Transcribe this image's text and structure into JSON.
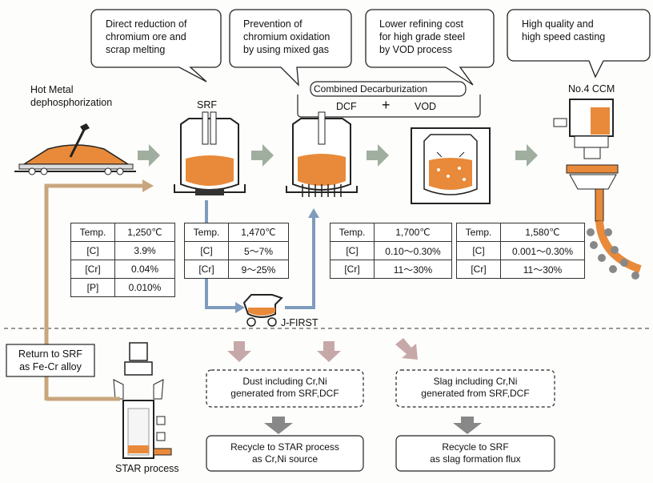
{
  "callouts": {
    "c1": [
      "Direct reduction of",
      "chromium ore and",
      "scrap melting"
    ],
    "c2": [
      "Prevention of",
      "chromium oxidation",
      "by using mixed gas"
    ],
    "c3": [
      "Lower refining cost",
      "for high grade steel",
      "by VOD process"
    ],
    "c4": [
      "High quality and",
      "high speed casting"
    ]
  },
  "labels": {
    "hot_metal": [
      "Hot Metal",
      "dephosphorization"
    ],
    "srf": "SRF",
    "combined_title": "Combined Decarburization",
    "dcf": "DCF",
    "plus": "+",
    "vod": "VOD",
    "ccm": "No.4 CCM",
    "jfirst": "J-FIRST",
    "star": "STAR process",
    "return": [
      "Return to SRF",
      "as Fe-Cr alloy"
    ]
  },
  "tables": {
    "t1": [
      [
        "Temp.",
        "1,250℃"
      ],
      [
        "[C]",
        "3.9%"
      ],
      [
        "[Cr]",
        "0.04%"
      ],
      [
        "[P]",
        "0.010%"
      ]
    ],
    "t2": [
      [
        "Temp.",
        "1,470℃"
      ],
      [
        "[C]",
        "5～7%"
      ],
      [
        "[Cr]",
        "9～25%"
      ]
    ],
    "t3": [
      [
        "Temp.",
        "1,700℃"
      ],
      [
        "[C]",
        "0.10～0.30%"
      ],
      [
        "[Cr]",
        "11～30%"
      ]
    ],
    "t4": [
      [
        "Temp.",
        "1,580℃"
      ],
      [
        "[C]",
        "0.001～0.30%"
      ],
      [
        "[Cr]",
        "11～30%"
      ]
    ]
  },
  "boxes": {
    "dust": [
      "Dust including Cr,Ni",
      "generated from SRF,DCF"
    ],
    "slag": [
      "Slag including Cr,Ni",
      "generated from SRF,DCF"
    ],
    "recycle_star": [
      "Recycle to STAR process",
      "as Cr,Ni source"
    ],
    "recycle_srf": [
      "Recycle to SRF",
      "as slag formation flux"
    ]
  },
  "colors": {
    "flow_arrow": "#9fae9f",
    "return_arrow": "#c9a67e",
    "blue_arrow": "#7f9bbd",
    "metal": "#e88a3a",
    "down_arrow": "#c7a8a8"
  }
}
